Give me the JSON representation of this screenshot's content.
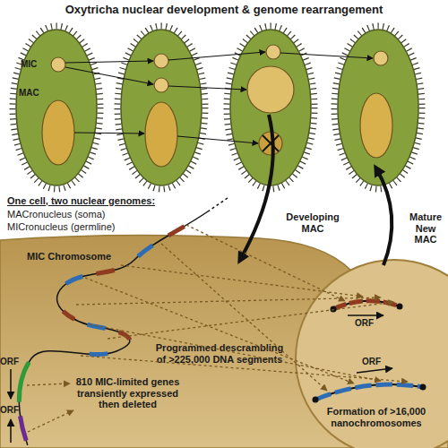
{
  "diagram": {
    "title": "Oxytricha nuclear development & genome rearrangement",
    "nodes": [
      {
        "text": [
          "MIC",
          "MAC"
        ]
      },
      {
        "text": [
          "MIC Chromosome",
          "Programmed descrambling of >225,000 DNA segments",
          "810 MIC-limited genes transiently expressed then deleted"
        ]
      },
      {
        "text": [
          "Formation of >16,000 nanochromosomes"
        ],
        "in": 1
      }
    ],
    "labels": [
      "One cell, two nuclear genomes:",
      "MACronucleus (soma)",
      "MICronucleus (germline)",
      "Developing MAC",
      "Mature New MAC",
      "ORF",
      "ORF",
      "ORF",
      "ORF"
    ]
  }
}
